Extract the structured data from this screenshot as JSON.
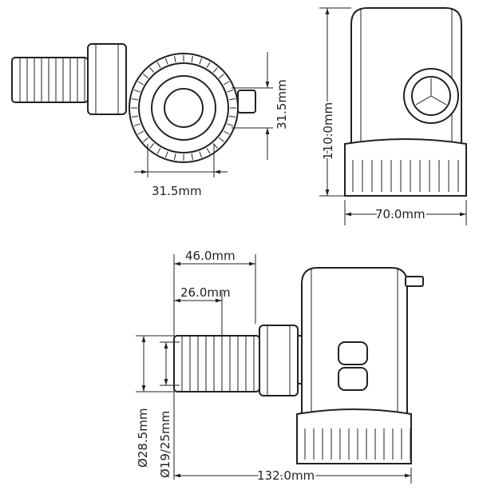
{
  "drawing": {
    "top_view": {
      "width_label": "31.5mm",
      "outlet_label": "31.5mm"
    },
    "side_view": {
      "height_label": "110.0mm",
      "width_label": "70.0mm"
    },
    "front_view": {
      "outlet_length_label": "46.0mm",
      "hose_length_label": "26.0mm",
      "outer_diameter_label": "Ø28.5mm",
      "inner_diameter_label": "Ø19/25mm",
      "total_length_label": "132.0mm"
    }
  }
}
